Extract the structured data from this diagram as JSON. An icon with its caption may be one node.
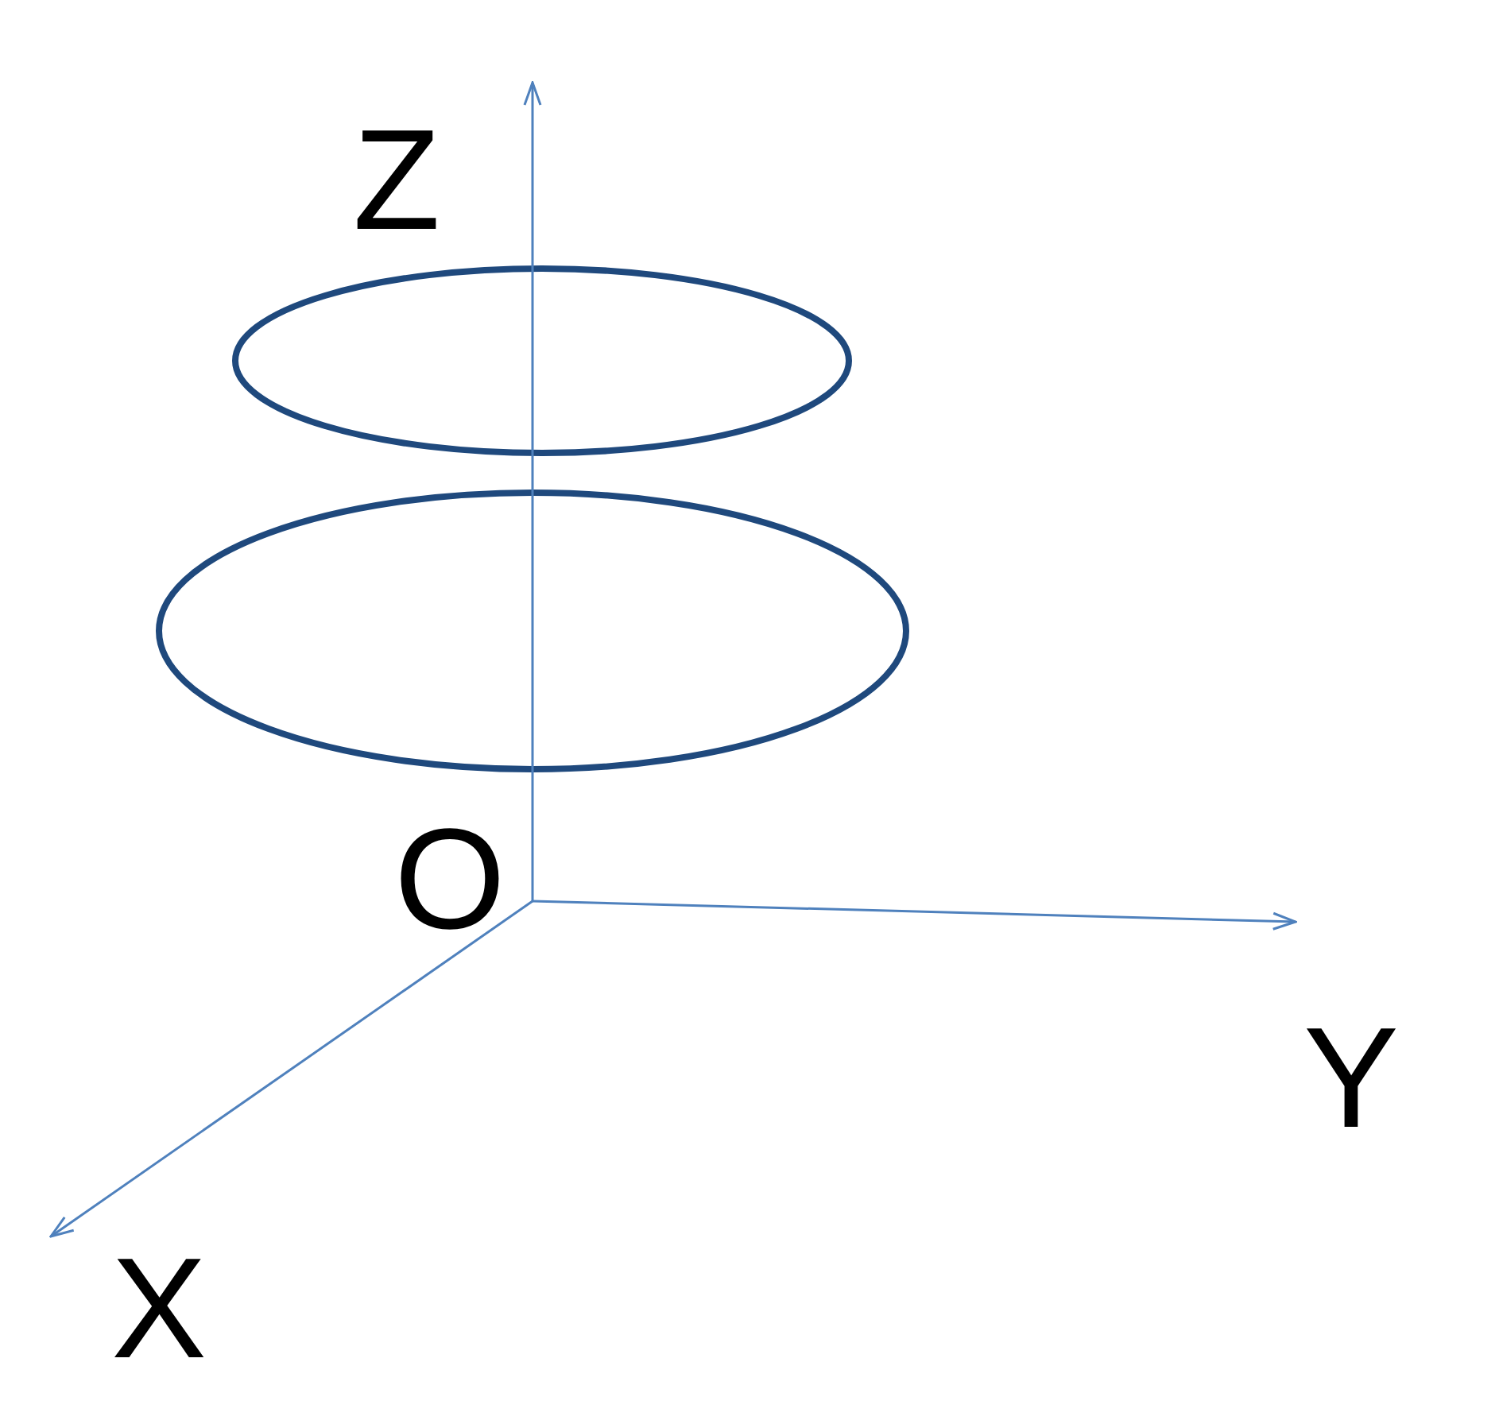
{
  "diagram": {
    "nodes": [
      {
        "text": [],
        "shape": "ellipse"
      },
      {
        "text": [],
        "shape": "ellipse"
      }
    ],
    "labels": [
      "Z",
      "O",
      "Y",
      "X"
    ]
  }
}
